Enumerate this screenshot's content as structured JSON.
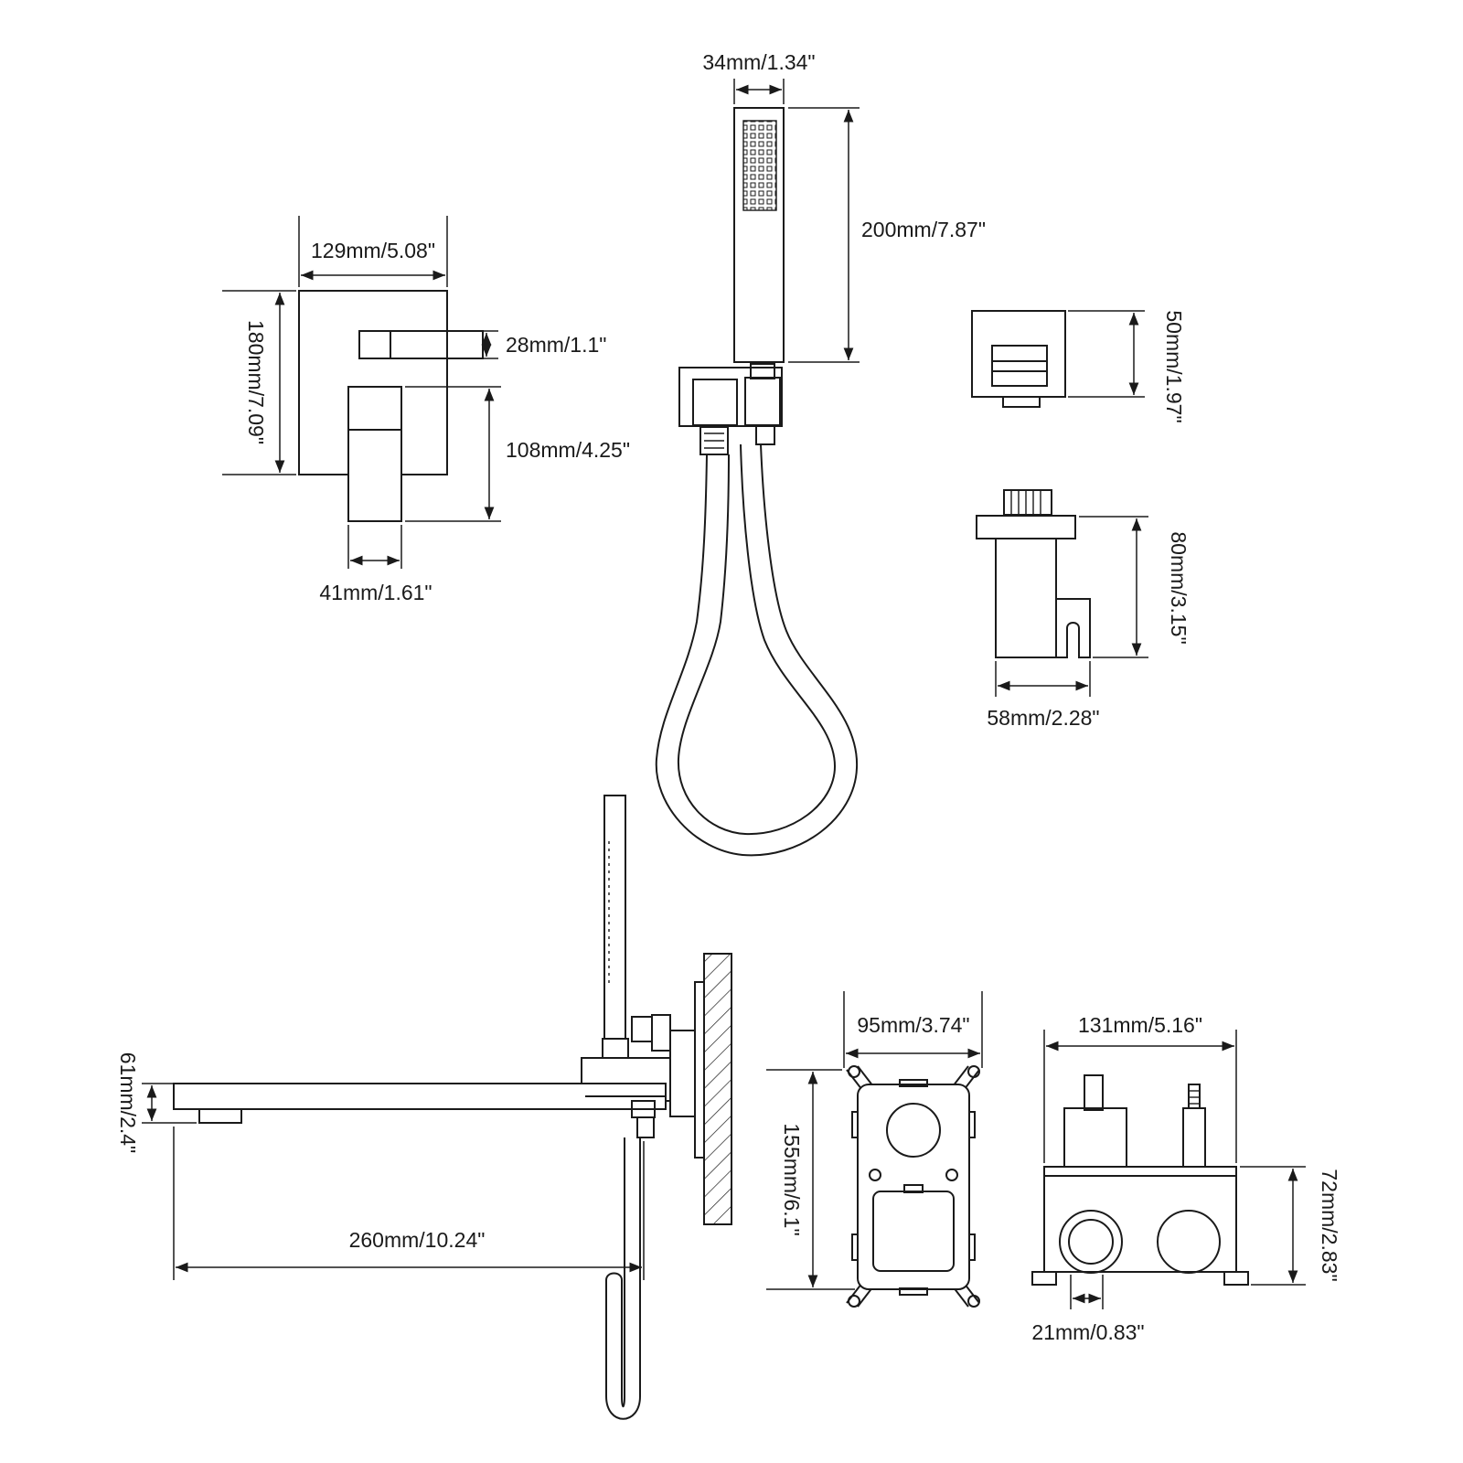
{
  "dimensions": {
    "handshower_width": "34mm/1.34\"",
    "handshower_length": "200mm/7.87\"",
    "plate_width": "129mm/5.08\"",
    "plate_height": "180mm/7.09\"",
    "handle_thickness": "28mm/1.1\"",
    "handle_height": "108mm/4.25\"",
    "handle_width": "41mm/1.61\"",
    "outlet_height": "50mm/1.97\"",
    "holder_height": "80mm/3.15\"",
    "holder_width": "58mm/2.28\"",
    "spout_height": "61mm/2.4\"",
    "spout_length": "260mm/10.24\"",
    "valve_width": "95mm/3.74\"",
    "valve_height": "155mm/6.1\"",
    "valve_box_width": "131mm/5.16\"",
    "valve_box_height": "72mm/2.83\"",
    "inlet_diameter": "21mm/0.83\""
  }
}
